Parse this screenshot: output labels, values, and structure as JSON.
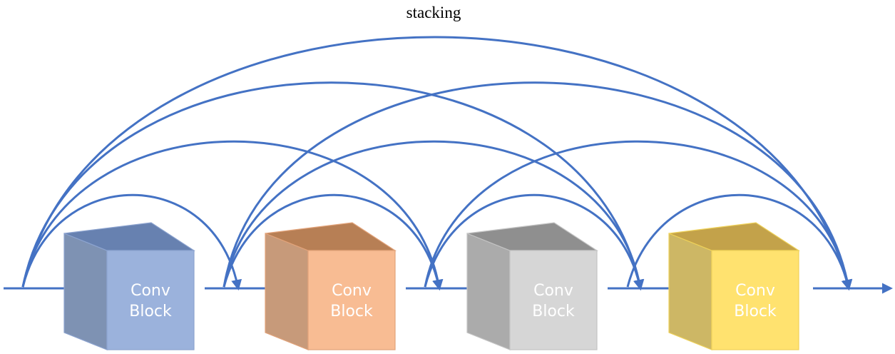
{
  "title": "stacking",
  "colors": {
    "arrow": "#4472C4"
  },
  "blocks": [
    {
      "line1": "Conv",
      "line2": "Block",
      "front": "#9BB2DC",
      "top": "#6781B0",
      "side": "#7E92B3",
      "stroke": "#8CA3CF"
    },
    {
      "line1": "Conv",
      "line2": "Block",
      "front": "#F8BC93",
      "top": "#B77F55",
      "side": "#C79A7A",
      "stroke": "#E2A37A"
    },
    {
      "line1": "Conv",
      "line2": "Block",
      "front": "#D6D6D6",
      "top": "#8F8F8F",
      "side": "#ABABAB",
      "stroke": "#C4C4C4"
    },
    {
      "line1": "Conv",
      "line2": "Block",
      "front": "#FFE26F",
      "top": "#C3A24A",
      "side": "#CDB765",
      "stroke": "#EFD25A"
    }
  ]
}
